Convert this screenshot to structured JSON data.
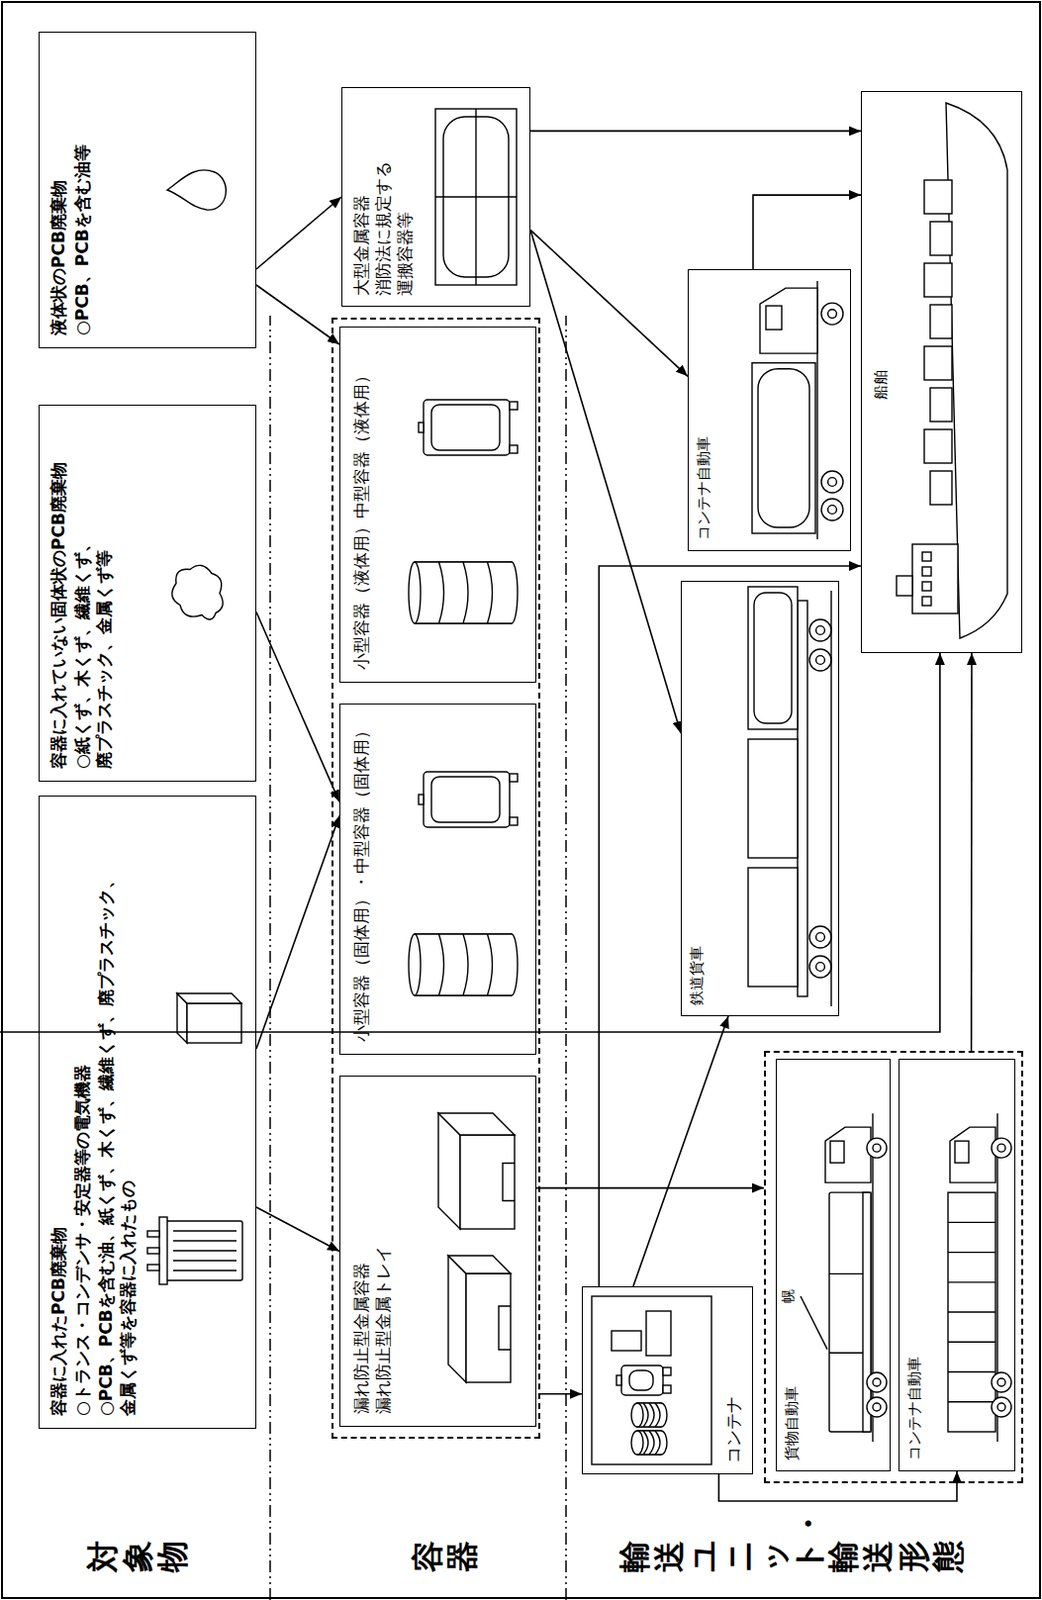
{
  "diagram": {
    "nodes": [
      {
        "text": [
          "容器に入れたPCB廃棄物",
          "○トランス・コンデンサ・安定器等の電気機器",
          "○PCB、PCBを含む油、紙くず、木くず、繊維くず、廃プラスチック、金属くず等を容器に入れたもの"
        ]
      },
      {
        "text": [
          "容器に入れていない固体状のPCB廃棄物",
          "○紙くず、木くず、繊維くず、廃プラスチック、金属くず等"
        ]
      },
      {
        "text": [
          "液体状のPCB廃棄物",
          "○PCB、PCBを含む油等"
        ]
      },
      {
        "text": []
      },
      {
        "text": [
          "漏れ防止型金属容器 漏れ防止型金属トレイ"
        ],
        "in": 3
      },
      {
        "text": [
          "小型容器（固体用）・中型容器（固体用）"
        ],
        "in": 3
      },
      {
        "text": [
          "小型容器（液体用）中型容器（液体用）"
        ],
        "in": 3
      },
      {
        "text": [
          "大型金属容器 消防法に規定する運搬容器等"
        ]
      },
      {
        "text": [
          "コンテナ"
        ]
      },
      {
        "text": []
      },
      {
        "text": [
          "貨物自動車"
        ],
        "in": 9
      },
      {
        "text": [
          "コンテナ自動車"
        ],
        "in": 9
      },
      {
        "text": [
          "鉄道貨車"
        ]
      },
      {
        "text": [
          "コンテナ自動車"
        ]
      },
      {
        "text": [
          "船舶"
        ]
      }
    ],
    "edges": [
      {
        "from": 0,
        "to": 4,
        "arrow": "to"
      },
      {
        "from": 0,
        "to": 5,
        "arrow": "to"
      },
      {
        "from": 1,
        "to": 5,
        "arrow": "to"
      },
      {
        "from": 2,
        "to": 6,
        "arrow": "to"
      },
      {
        "from": 2,
        "to": 7,
        "arrow": "to"
      },
      {
        "from": 7,
        "to": 12,
        "arrow": "to"
      },
      {
        "from": 7,
        "to": 13,
        "arrow": "to"
      },
      {
        "from": 7,
        "to": 14,
        "arrow": "to"
      },
      {
        "from": 3,
        "to": 8,
        "arrow": "to"
      },
      {
        "from": 4,
        "to": 9,
        "arrow": "to"
      },
      {
        "from": 5,
        "to": 14,
        "arrow": "to"
      },
      {
        "from": 8,
        "to": 12,
        "arrow": "to"
      },
      {
        "from": 8,
        "to": 14,
        "arrow": "to"
      },
      {
        "from": 8,
        "to": 11,
        "arrow": "to"
      },
      {
        "from": 9,
        "to": 14,
        "arrow": "to"
      },
      {
        "from": 13,
        "to": 14,
        "arrow": "to"
      }
    ],
    "labels": [
      "対象物",
      "容器",
      "輸送ユニット・輸送形態",
      "幌"
    ]
  }
}
